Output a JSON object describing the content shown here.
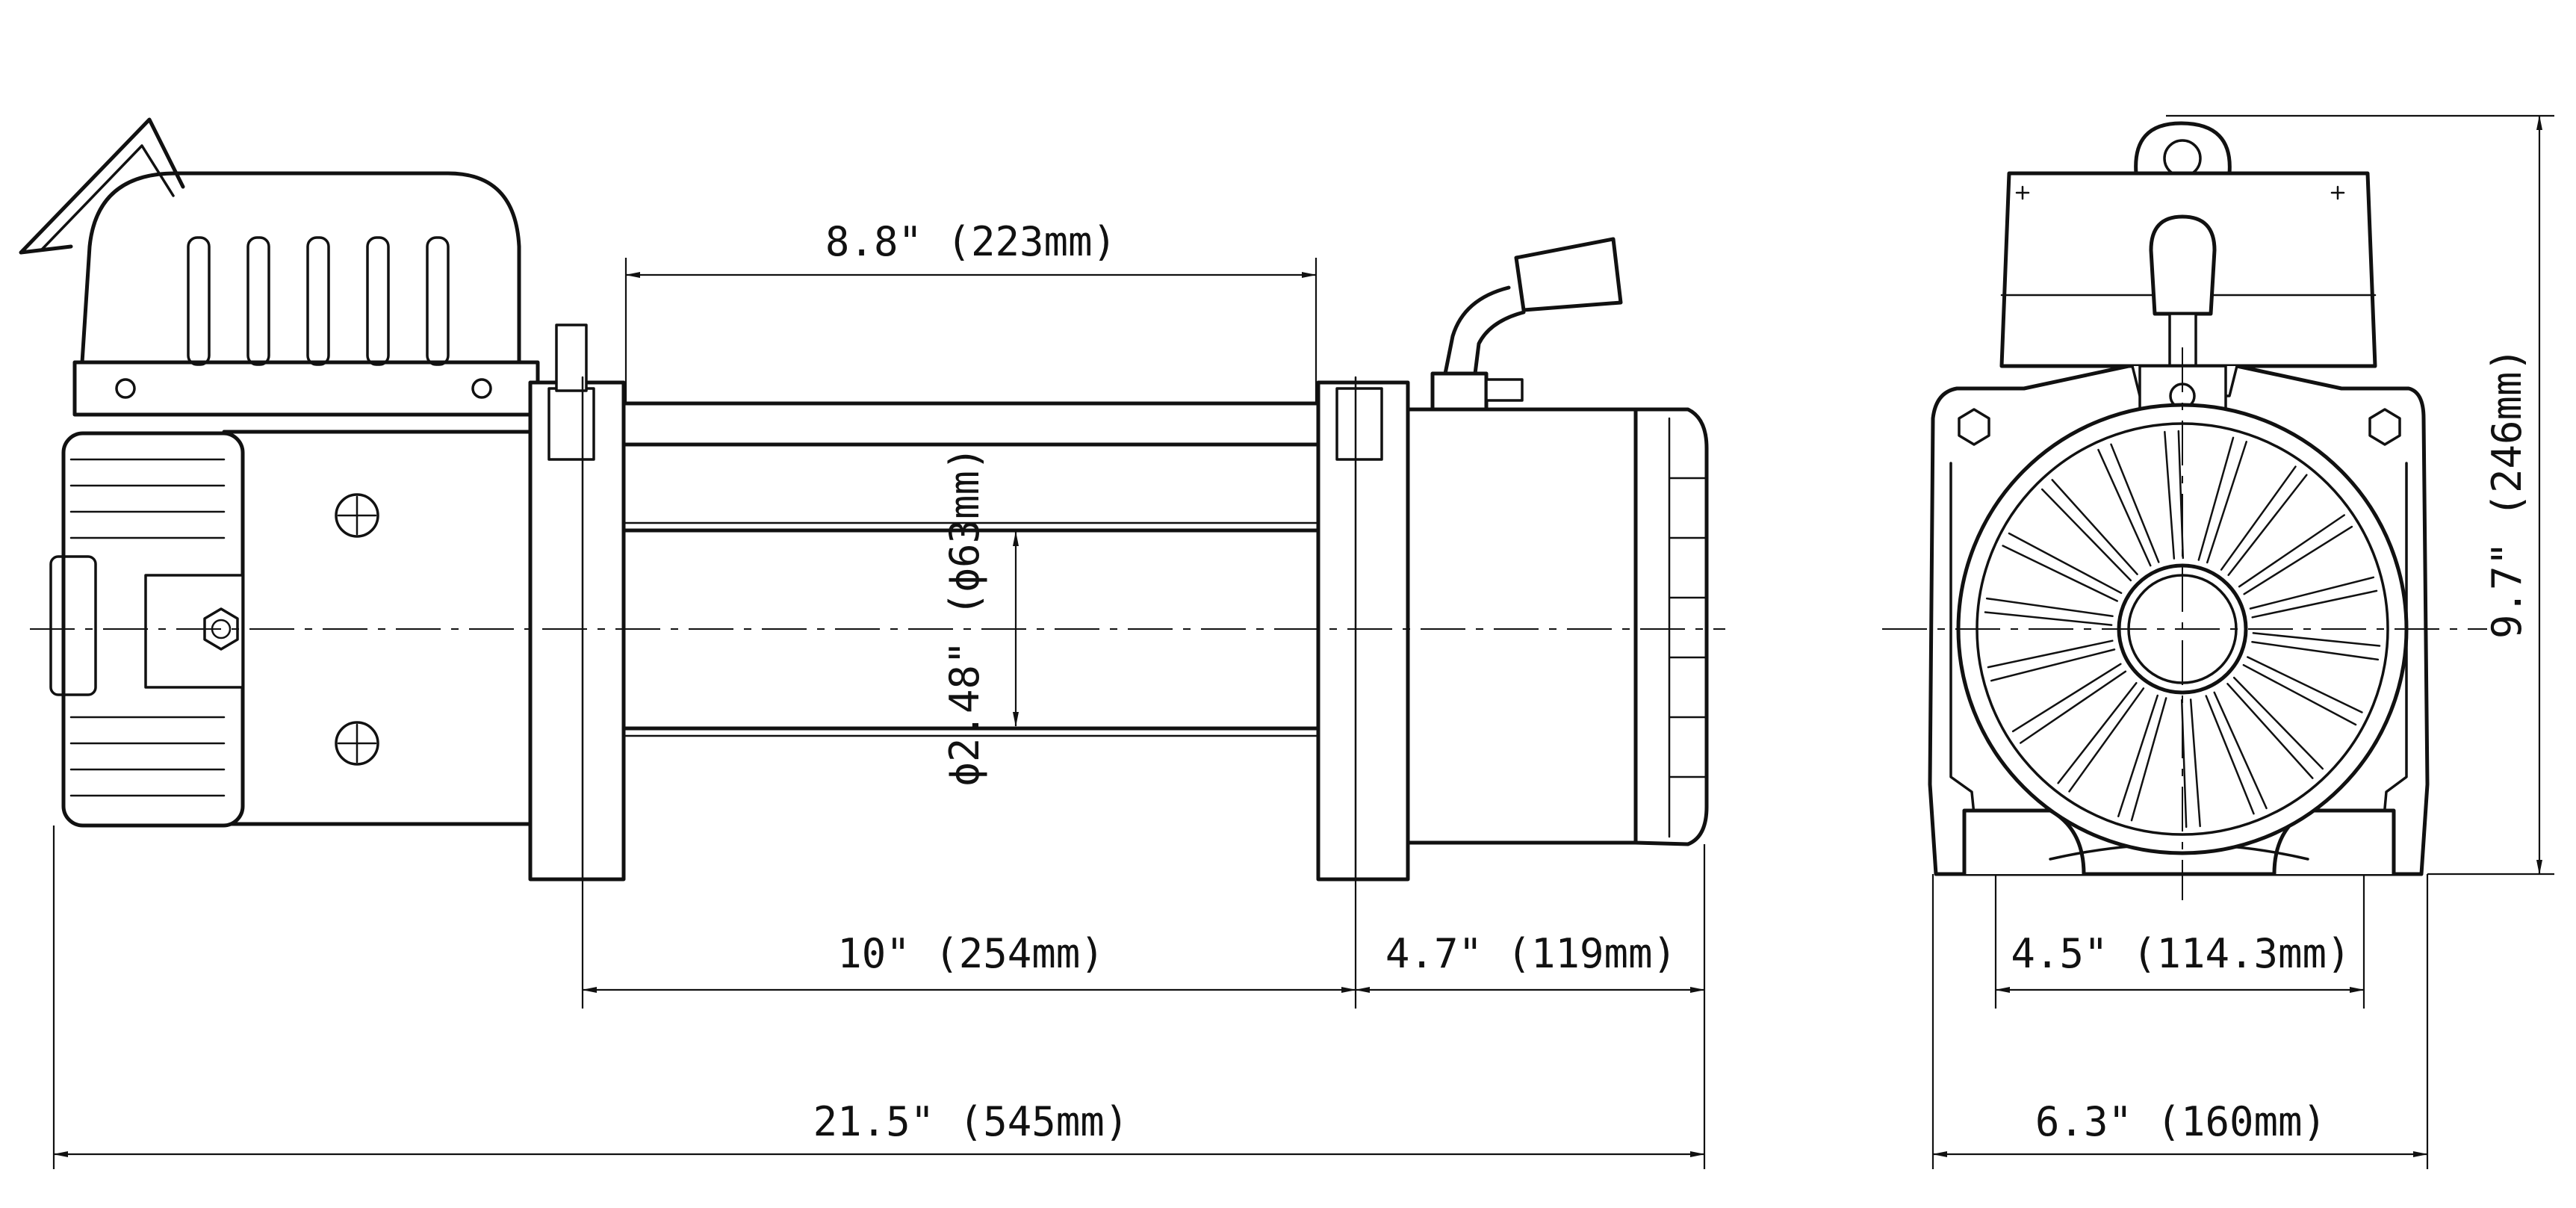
{
  "dimensions": {
    "drum_length": "8.8\" (223mm)",
    "drum_diameter": "ϕ2.48\" (ϕ63mm)",
    "mount_spacing": "10\" (254mm)",
    "motor_length": "4.7\" (119mm)",
    "overall_length": "21.5\" (545mm)",
    "overall_height": "9.7\" (246mm)",
    "foot_spacing": "4.5\" (114.3mm)",
    "overall_width": "6.3\" (160mm)"
  },
  "colors": {
    "line": "#111111",
    "background": "#ffffff"
  }
}
